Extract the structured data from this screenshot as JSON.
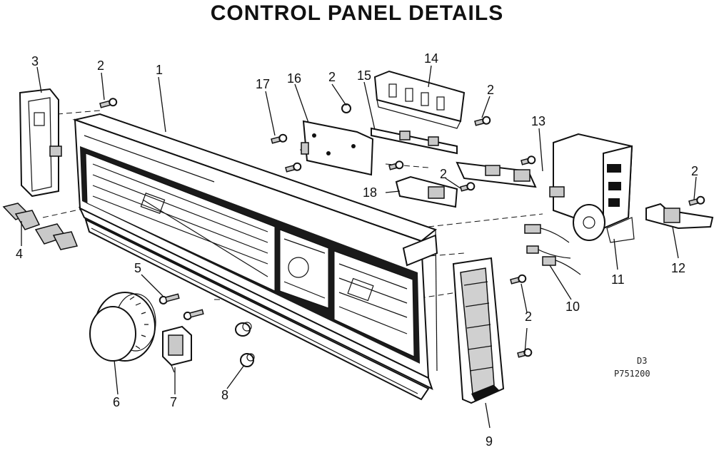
{
  "title": "CONTROL PANEL DETAILS",
  "callouts": [
    "1",
    "2",
    "2",
    "2",
    "2",
    "2",
    "2",
    "3",
    "4",
    "5",
    "6",
    "7",
    "8",
    "9",
    "10",
    "11",
    "12",
    "13",
    "14",
    "15",
    "16",
    "17",
    "18"
  ],
  "codes": [
    "D3",
    "P751200"
  ]
}
